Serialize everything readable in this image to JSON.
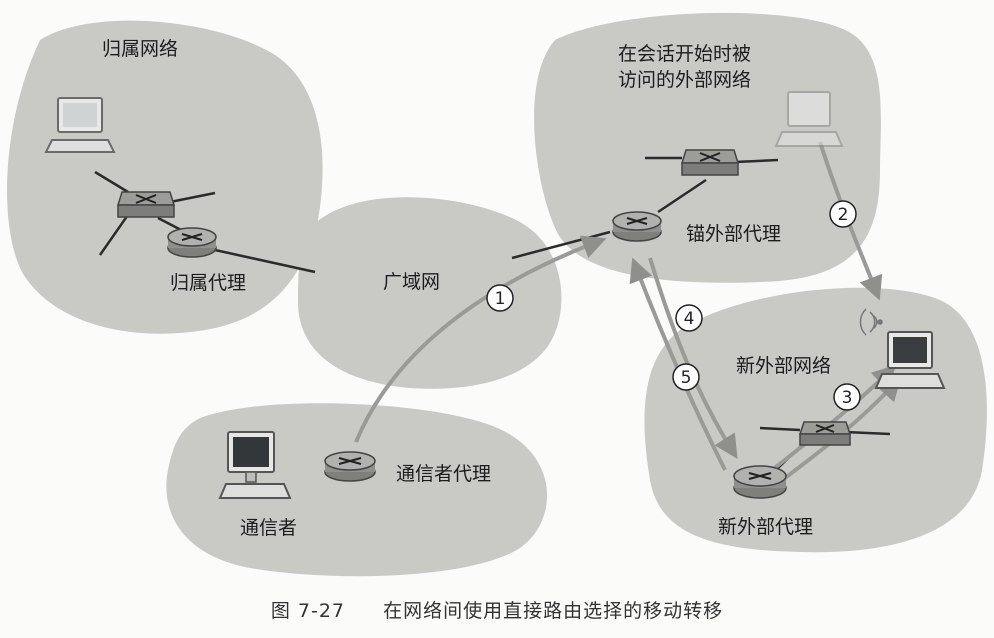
{
  "labels": {
    "home_network": "归属网络",
    "home_agent": "归属代理",
    "wan": "广域网",
    "visited_network_line1": "在会话开始时被",
    "visited_network_line2": "访问的外部网络",
    "anchor_agent": "锚外部代理",
    "new_foreign_network": "新外部网络",
    "new_foreign_agent": "新外部代理",
    "correspondent_agent": "通信者代理",
    "correspondent": "通信者"
  },
  "steps": [
    "1",
    "2",
    "3",
    "4",
    "5"
  ],
  "caption": {
    "figure_number": "图 7-27",
    "text": "在网络间使用直接路由选择的移动转移"
  },
  "colors": {
    "cloud": "#c9c9c6",
    "arrow": "#9a9a97",
    "line": "#2b2b2b"
  }
}
